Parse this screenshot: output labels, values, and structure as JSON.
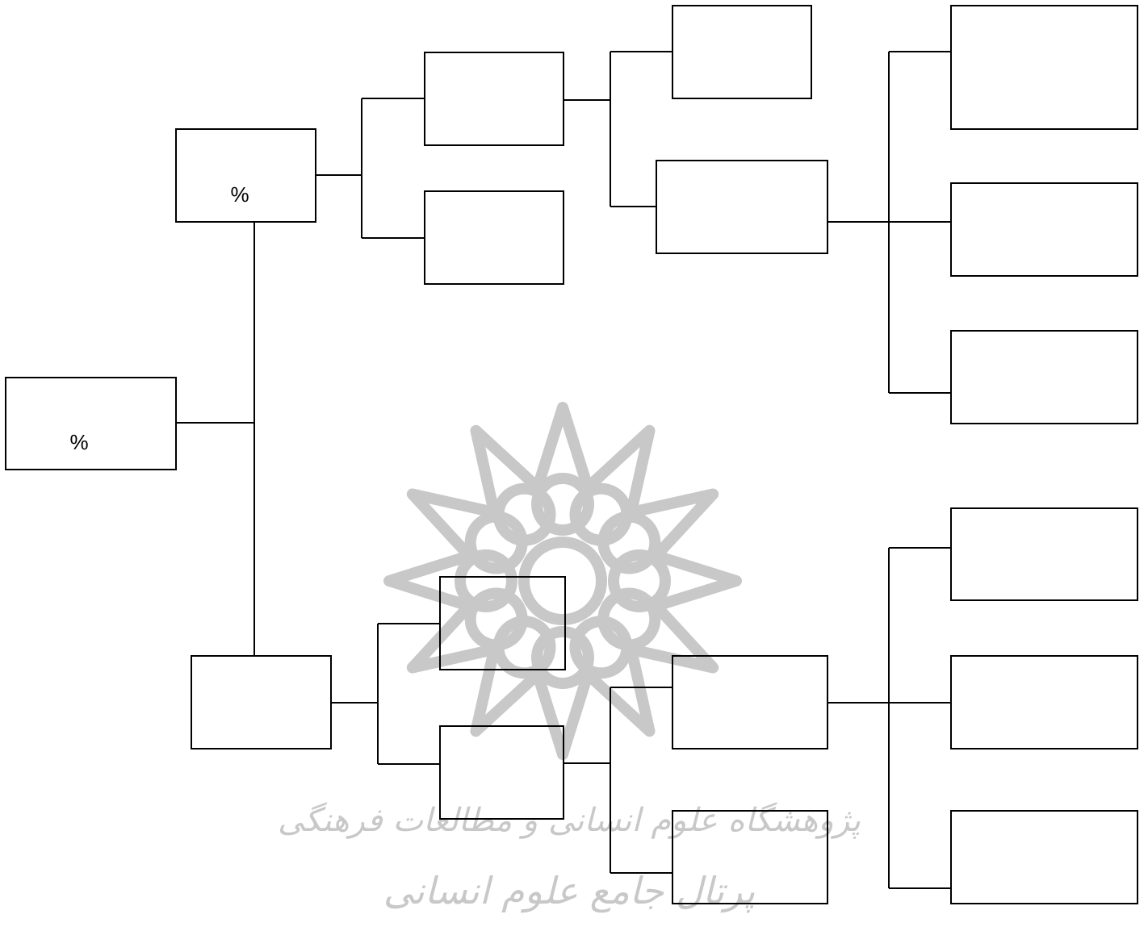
{
  "diagram": {
    "type": "tree",
    "colors": {
      "line": "#000000",
      "box_fill": "#ffffff",
      "watermark": "#c8c8c8"
    },
    "boxes": [
      {
        "id": "root",
        "label": "%"
      },
      {
        "id": "upper-mid",
        "label": "%"
      },
      {
        "id": "lower-mid",
        "label": ""
      },
      {
        "id": "upper-a",
        "label": ""
      },
      {
        "id": "upper-b",
        "label": ""
      },
      {
        "id": "upper-a-1",
        "label": ""
      },
      {
        "id": "upper-a-2",
        "label": ""
      },
      {
        "id": "upper-leaf-1",
        "label": ""
      },
      {
        "id": "upper-leaf-2",
        "label": ""
      },
      {
        "id": "upper-leaf-3",
        "label": ""
      },
      {
        "id": "lower-a",
        "label": ""
      },
      {
        "id": "lower-b",
        "label": ""
      },
      {
        "id": "lower-b-1",
        "label": ""
      },
      {
        "id": "lower-b-2",
        "label": ""
      },
      {
        "id": "lower-leaf-1",
        "label": ""
      },
      {
        "id": "lower-leaf-2",
        "label": ""
      },
      {
        "id": "lower-leaf-3",
        "label": ""
      }
    ]
  },
  "watermark": {
    "icon": "rosette-emblem-icon",
    "line1": "پژوهشگاه علوم انسانی و مطالعات فرهنگی",
    "line2": "پرتال جامع علوم انسانی"
  }
}
